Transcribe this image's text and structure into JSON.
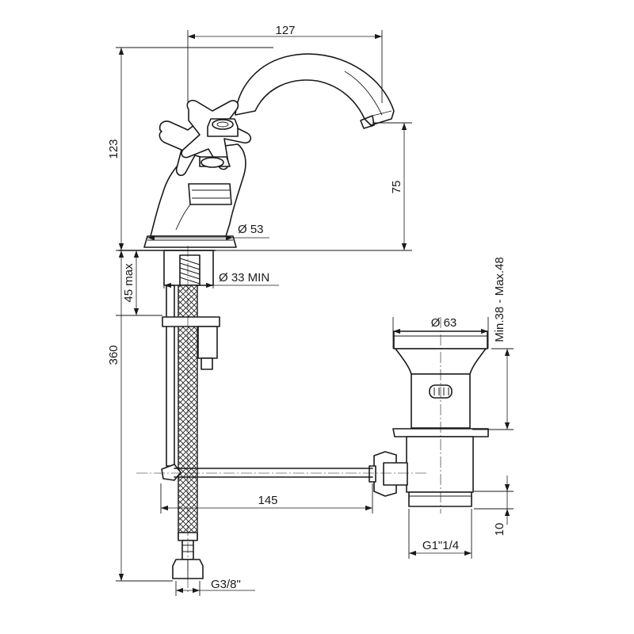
{
  "dimensions": {
    "spout_reach": "127",
    "faucet_height": "123",
    "spout_height": "75",
    "base_diameter": "Ø 53",
    "hole_diameter": "Ø 33 MIN",
    "max_deck_thickness": "45 max",
    "hose_length": "360",
    "pop_up_range": "Min.38 - Max.48",
    "waste_flange_diameter": "Ø 63",
    "rod_length": "145",
    "waste_bottom_height": "10",
    "waste_thread": "G1\"1/4",
    "hose_thread": "G3/8\""
  }
}
